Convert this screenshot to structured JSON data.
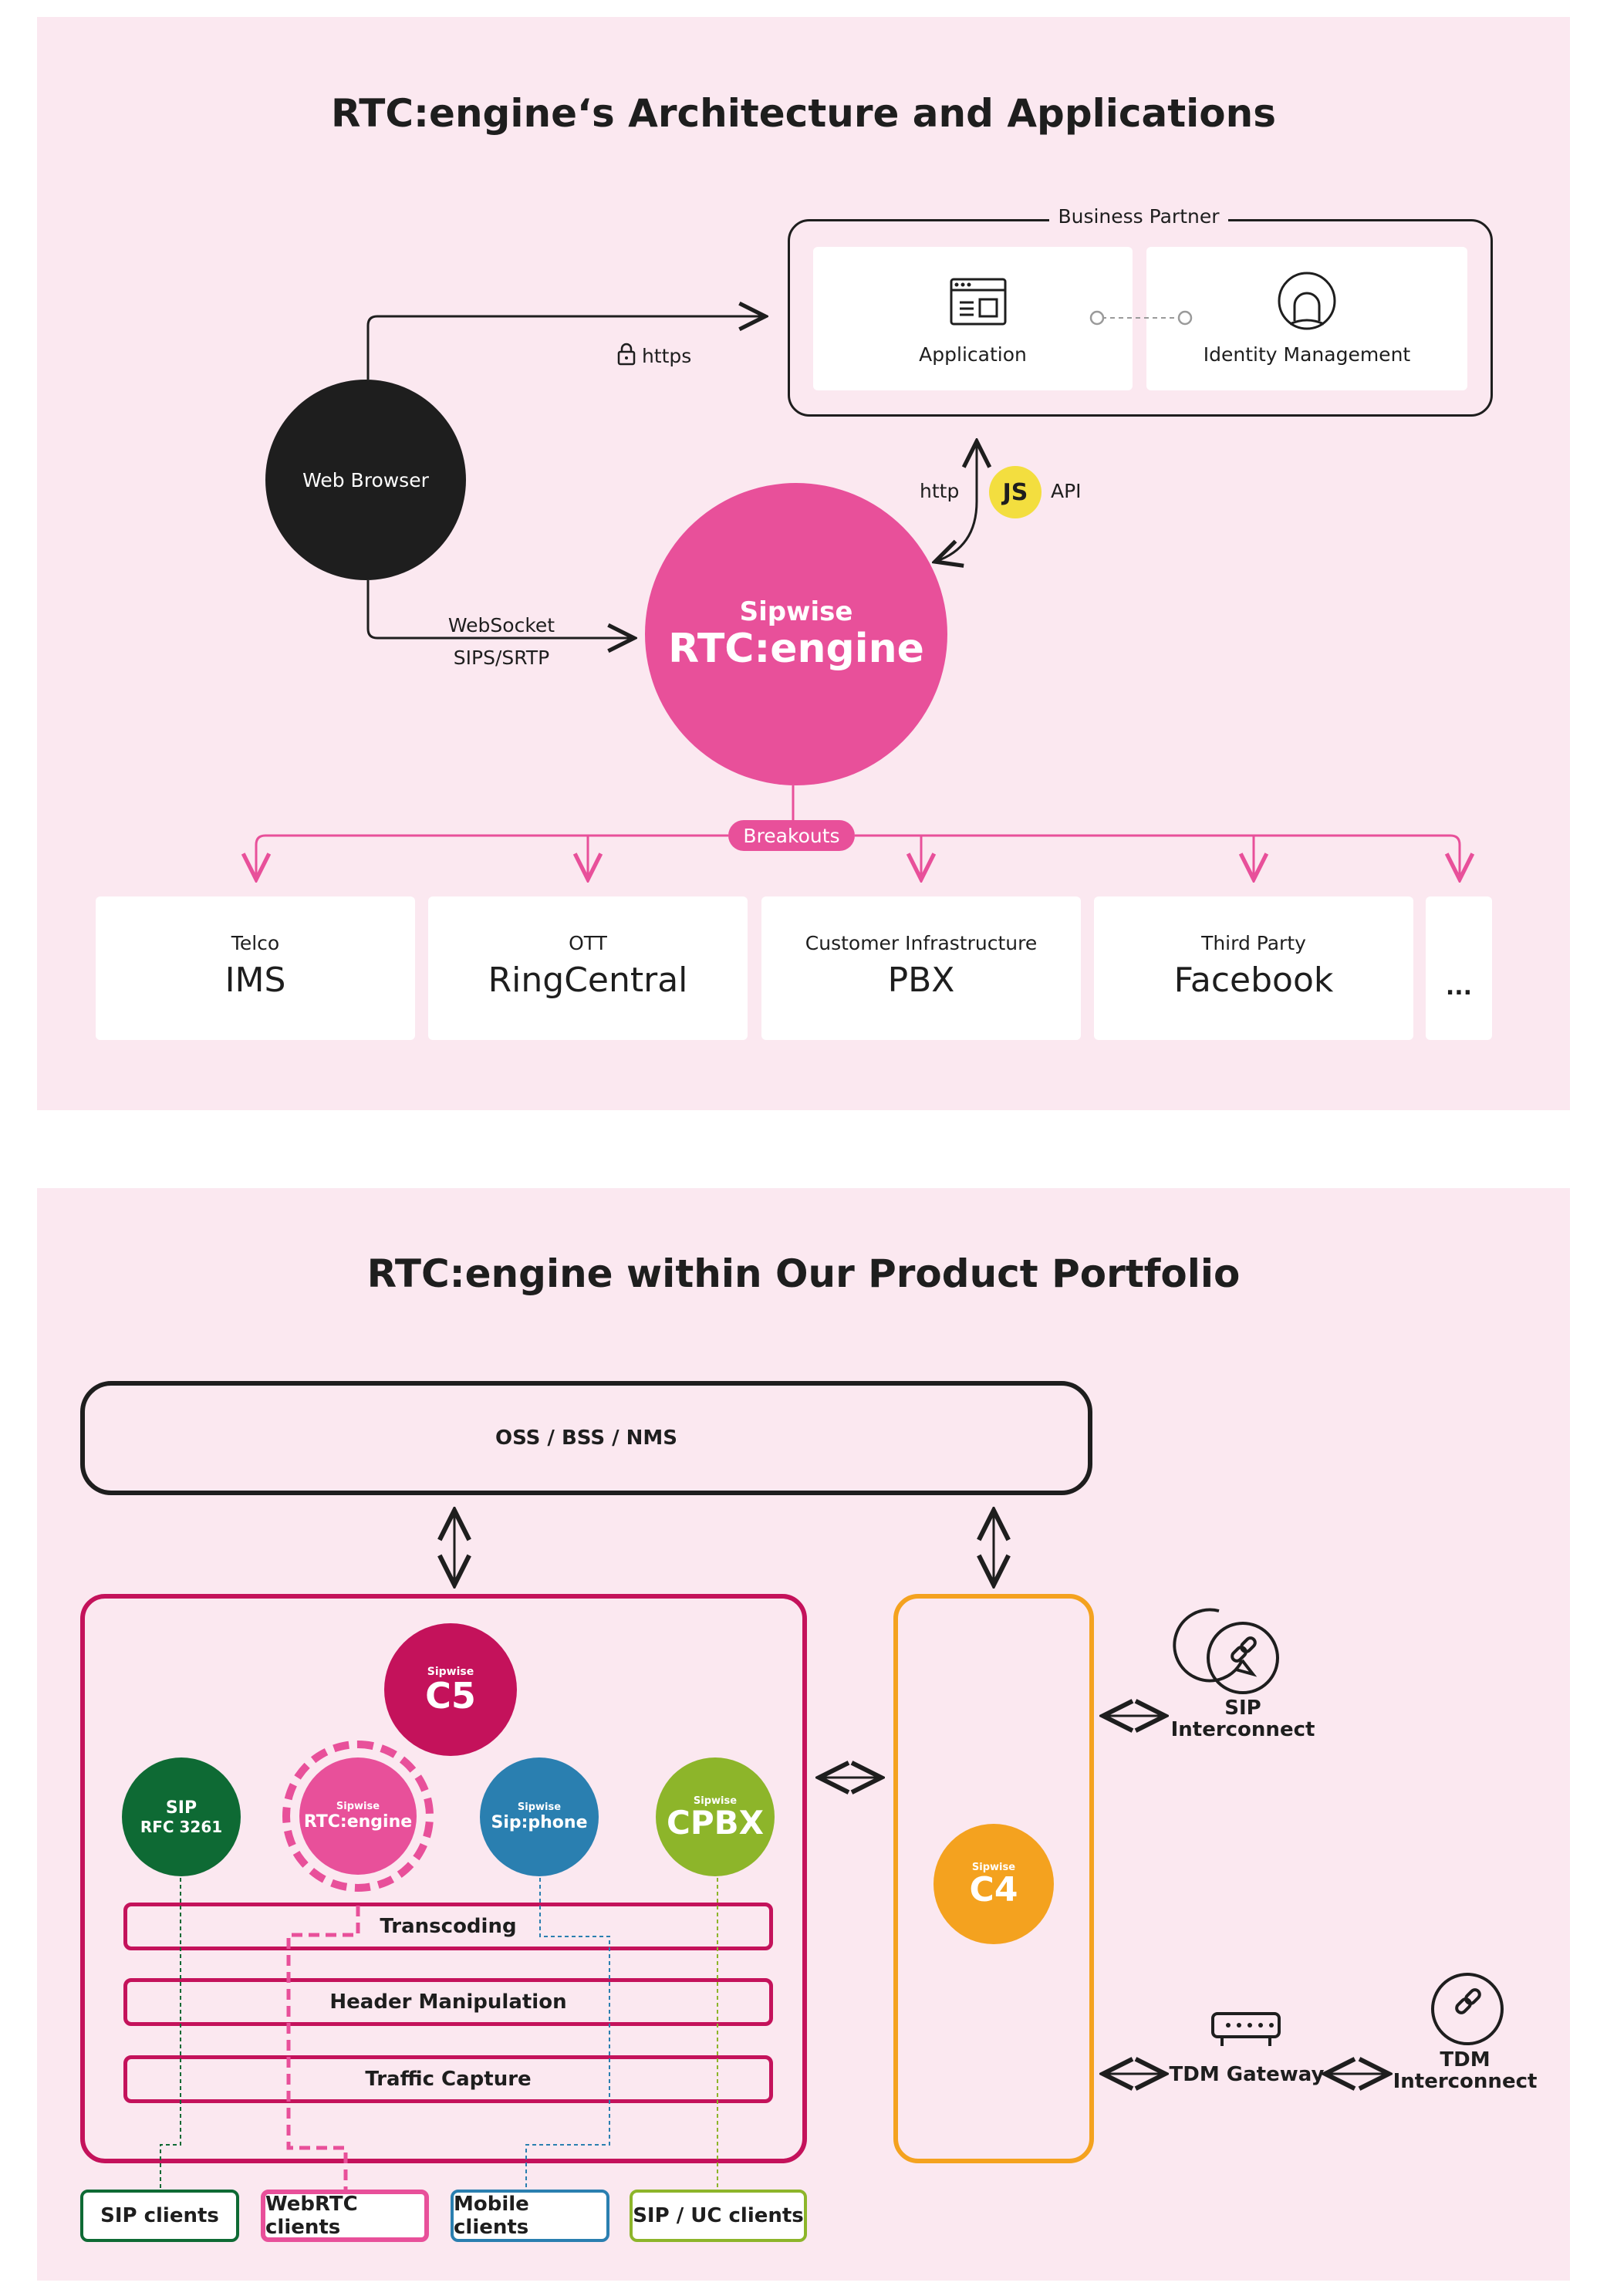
{
  "diagram1": {
    "title": "RTC:engine‘s Architecture and Applications",
    "business_partner": "Business Partner",
    "application": "Application",
    "identity_management": "Identity Management",
    "https": "https",
    "web_browser": "Web Browser",
    "http": "http",
    "js": "JS",
    "api": "API",
    "websocket": "WebSocket",
    "sips_srtp": "SIPS/SRTP",
    "engine_brand": "Sipwise",
    "engine_name": "RTC:engine",
    "breakouts": "Breakouts",
    "targets": [
      {
        "category": "Telco",
        "name": "IMS"
      },
      {
        "category": "OTT",
        "name": "RingCentral"
      },
      {
        "category": "Customer Infrastructure",
        "name": "PBX"
      },
      {
        "category": "Third Party",
        "name": "Facebook"
      },
      {
        "category": "",
        "name": "..."
      }
    ]
  },
  "diagram2": {
    "title": "RTC:engine within Our Product Portfolio",
    "oss": "OSS / BSS / NMS",
    "c5_brand": "Sipwise",
    "c5_name": "C5",
    "sip_line1": "SIP",
    "sip_line2": "RFC 3261",
    "rtc_brand": "Sipwise",
    "rtc_name": "RTC:engine",
    "sipphone_brand": "Sipwise",
    "sipphone_name": "Sip:phone",
    "cpbx_brand": "Sipwise",
    "cpbx_name": "CPBX",
    "c4_brand": "Sipwise",
    "c4_name": "C4",
    "transcoding": "Transcoding",
    "header_manipulation": "Header Manipulation",
    "traffic_capture": "Traffic Capture",
    "sip_interconnect_1": "SIP",
    "sip_interconnect_2": "Interconnect",
    "tdm_gateway": "TDM Gateway",
    "tdm_interconnect_1": "TDM",
    "tdm_interconnect_2": "Interconnect",
    "clients": [
      "SIP clients",
      "WebRTC clients",
      "Mobile clients",
      "SIP / UC clients"
    ]
  },
  "colors": {
    "background": "#fbe8f0",
    "pink": "#e8509a",
    "magenta": "#c4125b",
    "dark": "#1e1e1e",
    "green": "#0e6a34",
    "blue": "#2a7fb0",
    "lime": "#8db52a",
    "orange": "#f4a21f",
    "yellow": "#f3de3f"
  }
}
